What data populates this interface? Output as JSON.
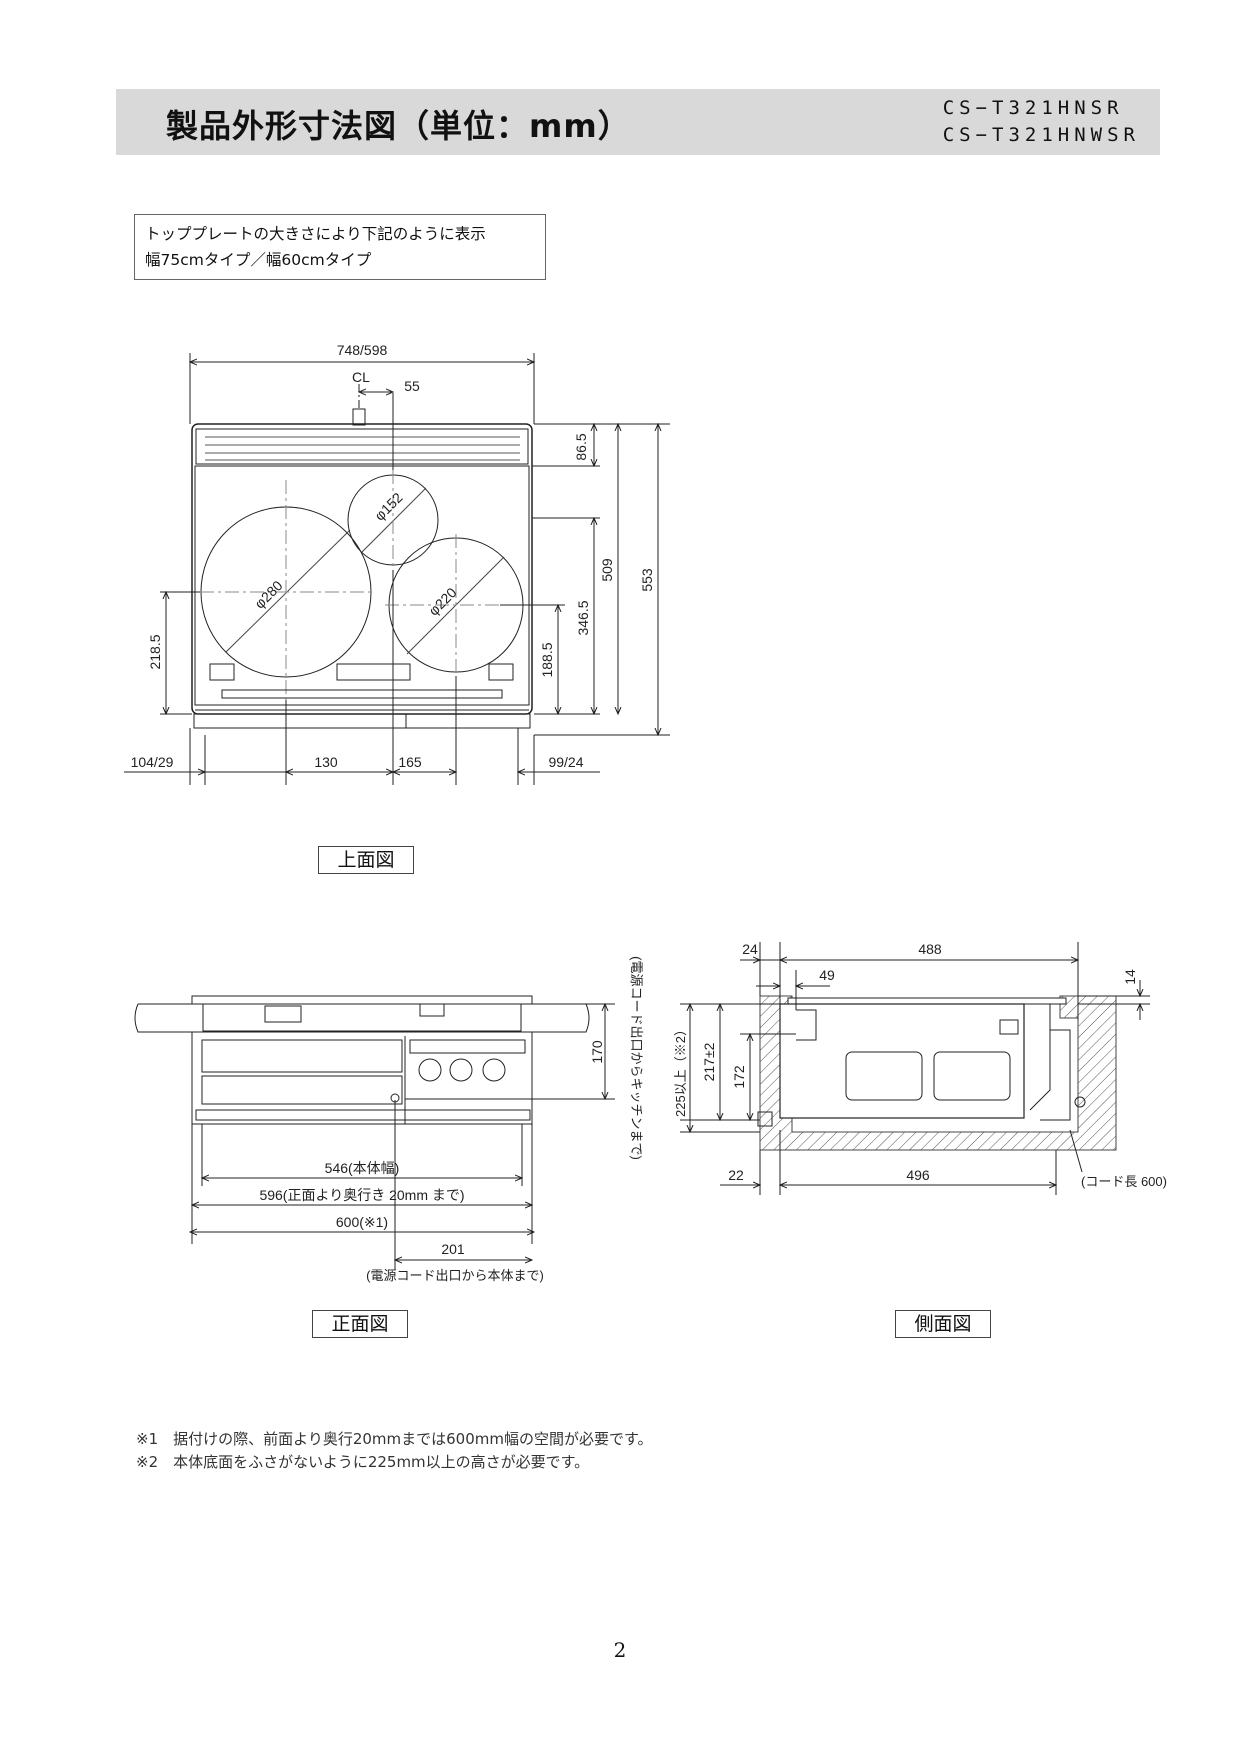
{
  "header": {
    "title": "製品外形寸法図（単位：mm）",
    "model_1": "CS−T321HNSR",
    "model_2": "CS−T321HNWSR"
  },
  "note_box": {
    "line_1": "トッププレートの大きさにより下記のように表示",
    "line_2": "幅75cmタイプ／幅60cmタイプ"
  },
  "top_view": {
    "label": "上面図",
    "dims": {
      "width": "748/598",
      "cl": "CL",
      "cl_offset": "55",
      "d86": "86.5",
      "d509": "509",
      "d553": "553",
      "d3465": "346.5",
      "d1885": "188.5",
      "d2185": "218.5",
      "left": "104/29",
      "d130": "130",
      "d165": "165",
      "right": "99/24",
      "burner_large": "φ280",
      "burner_small": "φ152",
      "burner_mid": "φ220"
    }
  },
  "front_view": {
    "label": "正面図",
    "dims": {
      "d546": "546(本体幅)",
      "d596": "596(正面より奥行き 20mm まで)",
      "d600": "600(※1)",
      "d201": "201",
      "cord_note": "(電源コード出口から本体まで)",
      "d170": "170",
      "cord_kitchen": "(電源コード出口からキッチンまで)"
    }
  },
  "side_view": {
    "label": "側面図",
    "dims": {
      "d24": "24",
      "d488": "488",
      "d49": "49",
      "d14": "14",
      "d225": "225以上（※2）",
      "d217": "217±2",
      "d172": "172",
      "d22": "22",
      "d496": "496",
      "cord_len": "(コード長 600)"
    }
  },
  "footnotes": {
    "n1": "※1　据付けの際、前面より奥行20mmまでは600mm幅の空間が必要です。",
    "n2": "※2　本体底面をふさがないように225mm以上の高さが必要です。"
  },
  "page_number": "2"
}
